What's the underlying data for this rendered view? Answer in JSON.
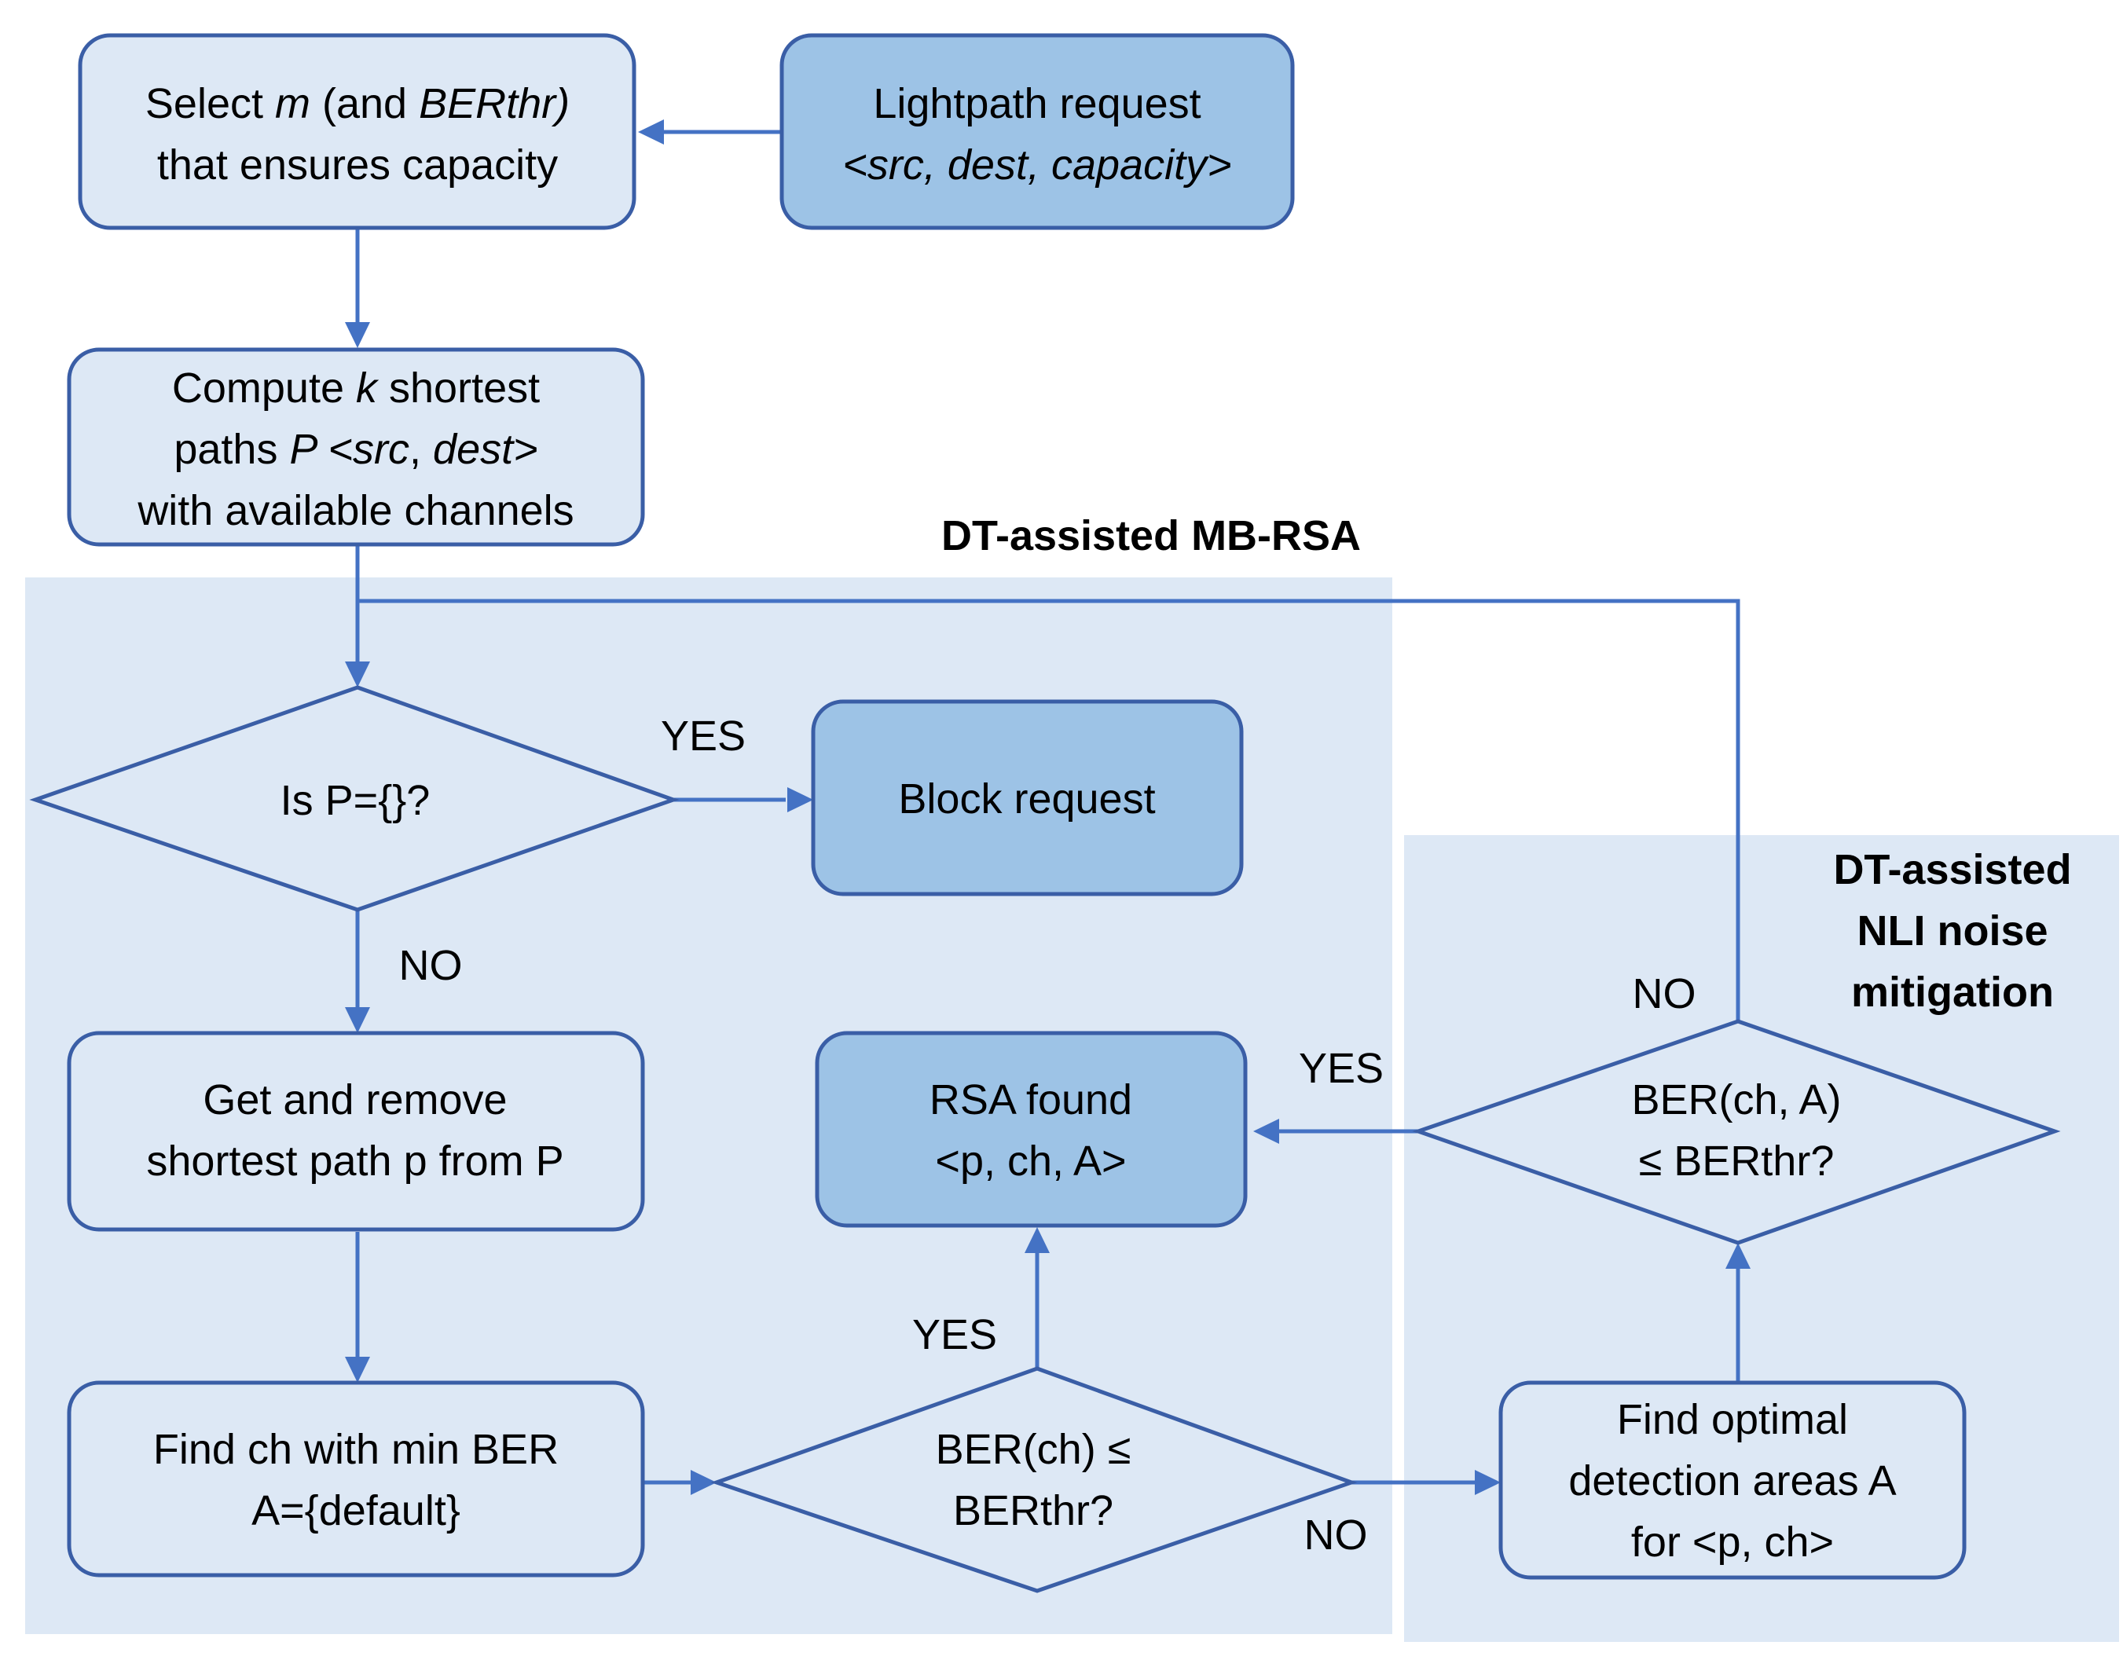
{
  "regions": {
    "rsa_title": "DT-assisted MB-RSA",
    "nli_title_line1": "DT-assisted",
    "nli_title_line2": "NLI noise",
    "nli_title_line3": "mitigation"
  },
  "nodes": {
    "select": {
      "l1a": "Select ",
      "l1b": "m",
      "l1c": " (and ",
      "l1d": "BERthr)",
      "l2": "that ensures capacity"
    },
    "request": {
      "l1": "Lightpath request",
      "l2": "<src, dest, capacity>"
    },
    "compute": {
      "l1a": "Compute ",
      "l1b": "k",
      "l1c": " shortest",
      "l2a": "paths ",
      "l2b": "P <src",
      "l2c": ", ",
      "l2d": "dest>",
      "l3": "with available channels"
    },
    "is_empty": {
      "l1": "Is P={}?"
    },
    "block": {
      "l1": "Block request"
    },
    "get_remove": {
      "l1": "Get and remove",
      "l2": "shortest path p from P"
    },
    "rsa_found": {
      "l1": "RSA found",
      "l2": "<p, ch, A>"
    },
    "find_ch": {
      "l1": "Find ch with min BER",
      "l2": "A={default}"
    },
    "ber_ch": {
      "l1": "BER(ch) ≤",
      "l2": "BERthr?"
    },
    "find_areas": {
      "l1": "Find optimal",
      "l2": "detection areas A",
      "l3": "for <p, ch>"
    },
    "ber_cha": {
      "l1": "BER(ch, A)",
      "l2": "≤ BERthr?"
    }
  },
  "edge_labels": {
    "yes_block": "YES",
    "no_is_empty": "NO",
    "yes_ber_ch": "YES",
    "no_ber_ch": "NO",
    "yes_ber_cha": "YES",
    "no_ber_cha": "NO"
  },
  "colors": {
    "region": "#dde8f5",
    "box_light": "#dde8f5",
    "box_dark": "#9dc3e6",
    "border": "#3a5ea6",
    "arrow": "#4472c4"
  }
}
